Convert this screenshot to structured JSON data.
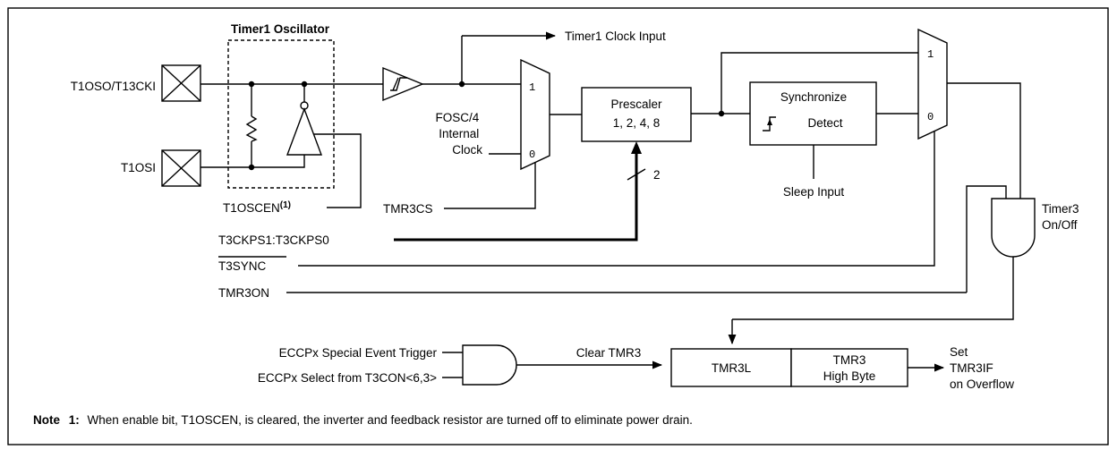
{
  "labels": {
    "oscillator_title": "Timer1 Oscillator",
    "t1oso": "T1OSO/T13CKI",
    "t1osi": "T1OSI",
    "t1oscen": "T1OSCEN",
    "t1oscen_note_ref": "(1)",
    "timer1_clock_input": "Timer1 Clock Input",
    "fosc_line1": "FOSC/4",
    "fosc_line2": "Internal",
    "fosc_line3": "Clock",
    "tmr3cs": "TMR3CS",
    "t3ckps": "T3CKPS1:T3CKPS0",
    "t3sync": "T3SYNC",
    "tmr3on": "TMR3ON",
    "prescaler_line1": "Prescaler",
    "prescaler_line2": "1, 2, 4, 8",
    "bus_width": "2",
    "sync_line1": "Synchronize",
    "sync_line2": "Detect",
    "sleep_input": "Sleep Input",
    "mux_in1": "1",
    "mux_in0": "0",
    "timer3_onoff_line1": "Timer3",
    "timer3_onoff_line2": "On/Off",
    "eccp_trigger": "ECCPx Special Event Trigger",
    "eccp_select": "ECCPx Select from T3CON<6,3>",
    "clear_tmr3": "Clear TMR3",
    "tmr3l": "TMR3L",
    "tmr3h_line1": "TMR3",
    "tmr3h_line2": "High Byte",
    "set_line1": "Set",
    "set_line2": "TMR3IF",
    "set_line3": "on Overflow"
  },
  "note": {
    "label": "Note",
    "number": "1:",
    "text": "When enable bit, T1OSCEN, is cleared, the inverter and feedback resistor are turned off to eliminate power drain."
  }
}
